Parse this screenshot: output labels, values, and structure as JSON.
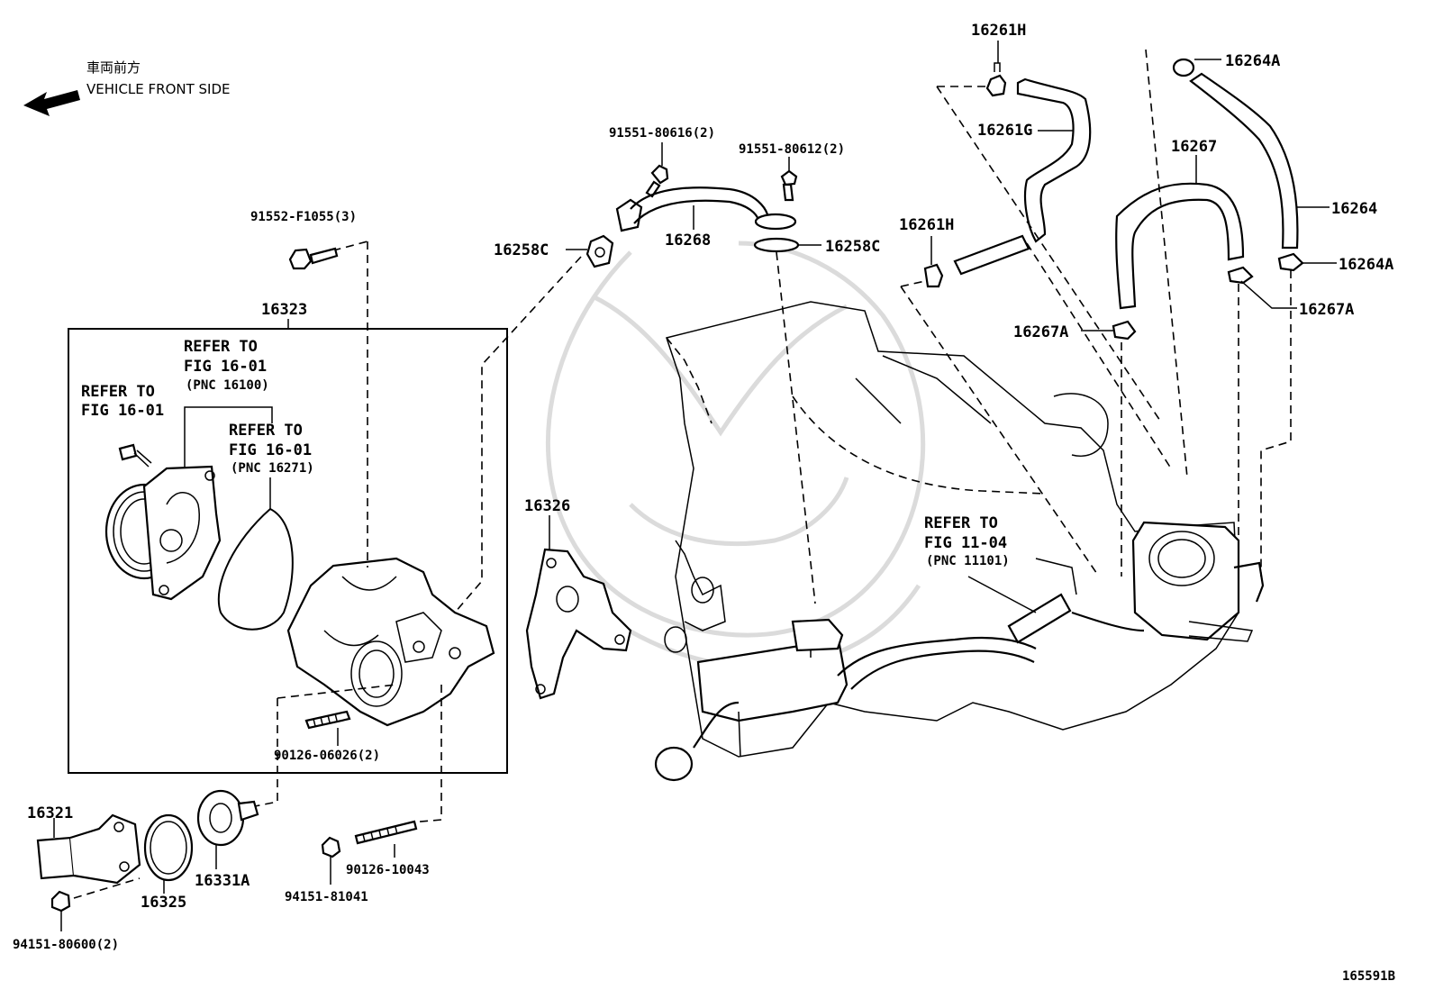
{
  "orientation": {
    "japanese": "車両前方",
    "english": "VEHICLE FRONT SIDE"
  },
  "labels": {
    "p16261H_top": "16261H",
    "p16264A_top": "16264A",
    "p91551_80616": "91551-80616(2)",
    "p91551_80612": "91551-80612(2)",
    "p16261G": "16261G",
    "p16267": "16267",
    "p16264": "16264",
    "p91552": "91552-F1055(3)",
    "p16258C_left": "16258C",
    "p16268": "16268",
    "p16258C_right": "16258C",
    "p16261H_mid": "16261H",
    "p16264A_right": "16264A",
    "p16267A_right": "16267A",
    "p16267A_left": "16267A",
    "p16323": "16323",
    "p16326": "16326",
    "p90126_06026": "90126-06026(2)",
    "p16321": "16321",
    "p16325": "16325",
    "p16331A": "16331A",
    "p94151_81041": "94151-81041",
    "p90126_10043": "90126-10043",
    "p94151_80600": "94151-80600(2)",
    "figure_id": "165591B"
  },
  "references": {
    "ref_a": {
      "line1": "REFER TO",
      "line2": "FIG 16-01",
      "pnc": "(PNC 16100)"
    },
    "ref_b": {
      "line1": "REFER TO",
      "line2": "FIG 16-01"
    },
    "ref_c": {
      "line1": "REFER TO",
      "line2": "FIG 16-01",
      "pnc": "(PNC 16271)"
    },
    "ref_d": {
      "line1": "REFER TO",
      "line2": "FIG 11-04",
      "pnc": "(PNC 11101)"
    }
  }
}
